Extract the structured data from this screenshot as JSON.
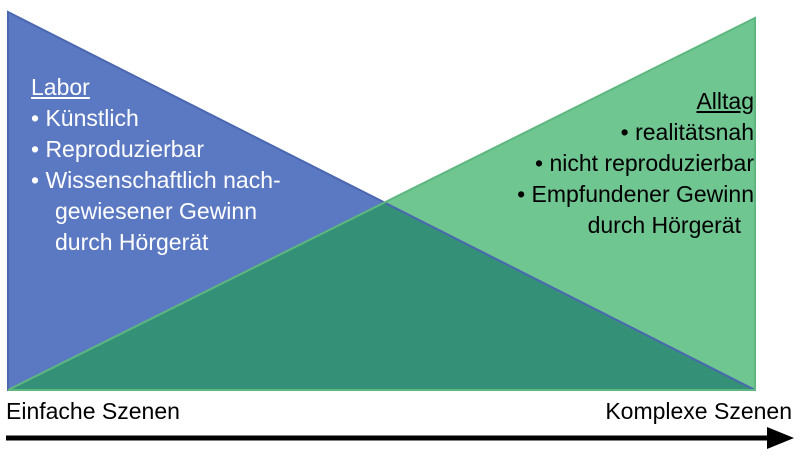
{
  "colors": {
    "labor_fill": "#5b79c2",
    "alltag_fill": "#6fc691",
    "overlap_fill": "#349178",
    "labor_stroke": "#4a67b0",
    "alltag_stroke": "#5db77f",
    "axis": "#000000"
  },
  "labor": {
    "title": "Labor",
    "lines": [
      "• Künstlich",
      "• Reproduzierbar",
      "• Wissenschaftlich nach-",
      "gewiesener Gewinn",
      "durch Hörgerät"
    ]
  },
  "alltag": {
    "title": "Alltag",
    "lines": [
      "• realitätsnah",
      "• nicht reproduzierbar",
      "• Empfundener Gewinn",
      "durch Hörgerät"
    ]
  },
  "axis": {
    "left_label": "Einfache Szenen",
    "right_label": "Komplexe Szenen"
  }
}
